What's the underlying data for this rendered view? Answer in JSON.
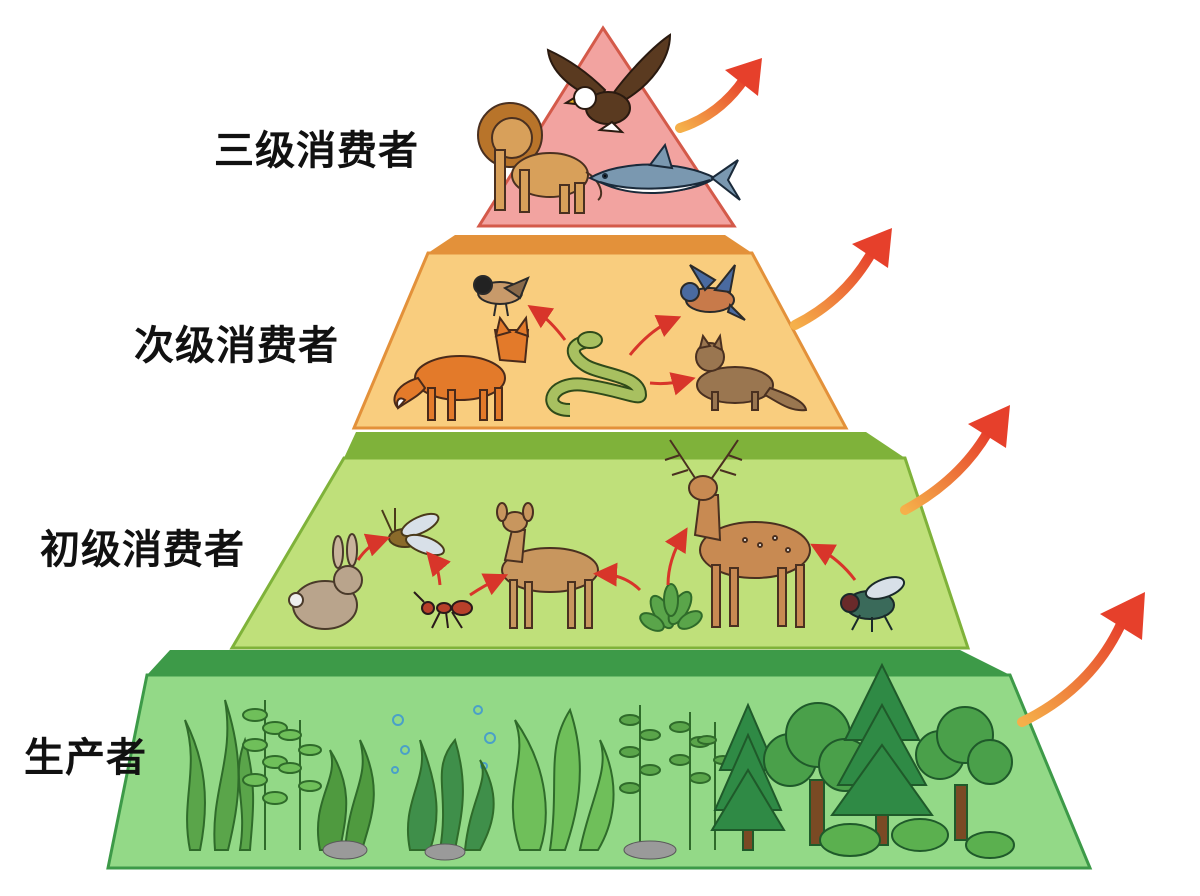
{
  "tiers": {
    "tertiary": {
      "label": "三级消费者",
      "color": "#f2a3a0",
      "animals": [
        "lion",
        "eagle",
        "shark"
      ]
    },
    "secondary": {
      "label": "次级消费者",
      "color": "#f9cd7e",
      "animals": [
        "fox",
        "snake",
        "bird",
        "bird",
        "weasel"
      ]
    },
    "primary": {
      "label": "初级消费者",
      "color": "#bfe07a",
      "animals": [
        "rabbit",
        "grasshopper",
        "ant",
        "doe",
        "plant",
        "stag",
        "fly"
      ]
    },
    "producers": {
      "label": "生产者",
      "color": "#93d987",
      "organisms": [
        "seaweed",
        "fern",
        "kelp",
        "conifer",
        "deciduous-tree",
        "bush"
      ]
    }
  },
  "colors": {
    "arrow_start": "#f39a33",
    "arrow_end": "#e6402b",
    "flow_arrow": "#d8352a"
  }
}
